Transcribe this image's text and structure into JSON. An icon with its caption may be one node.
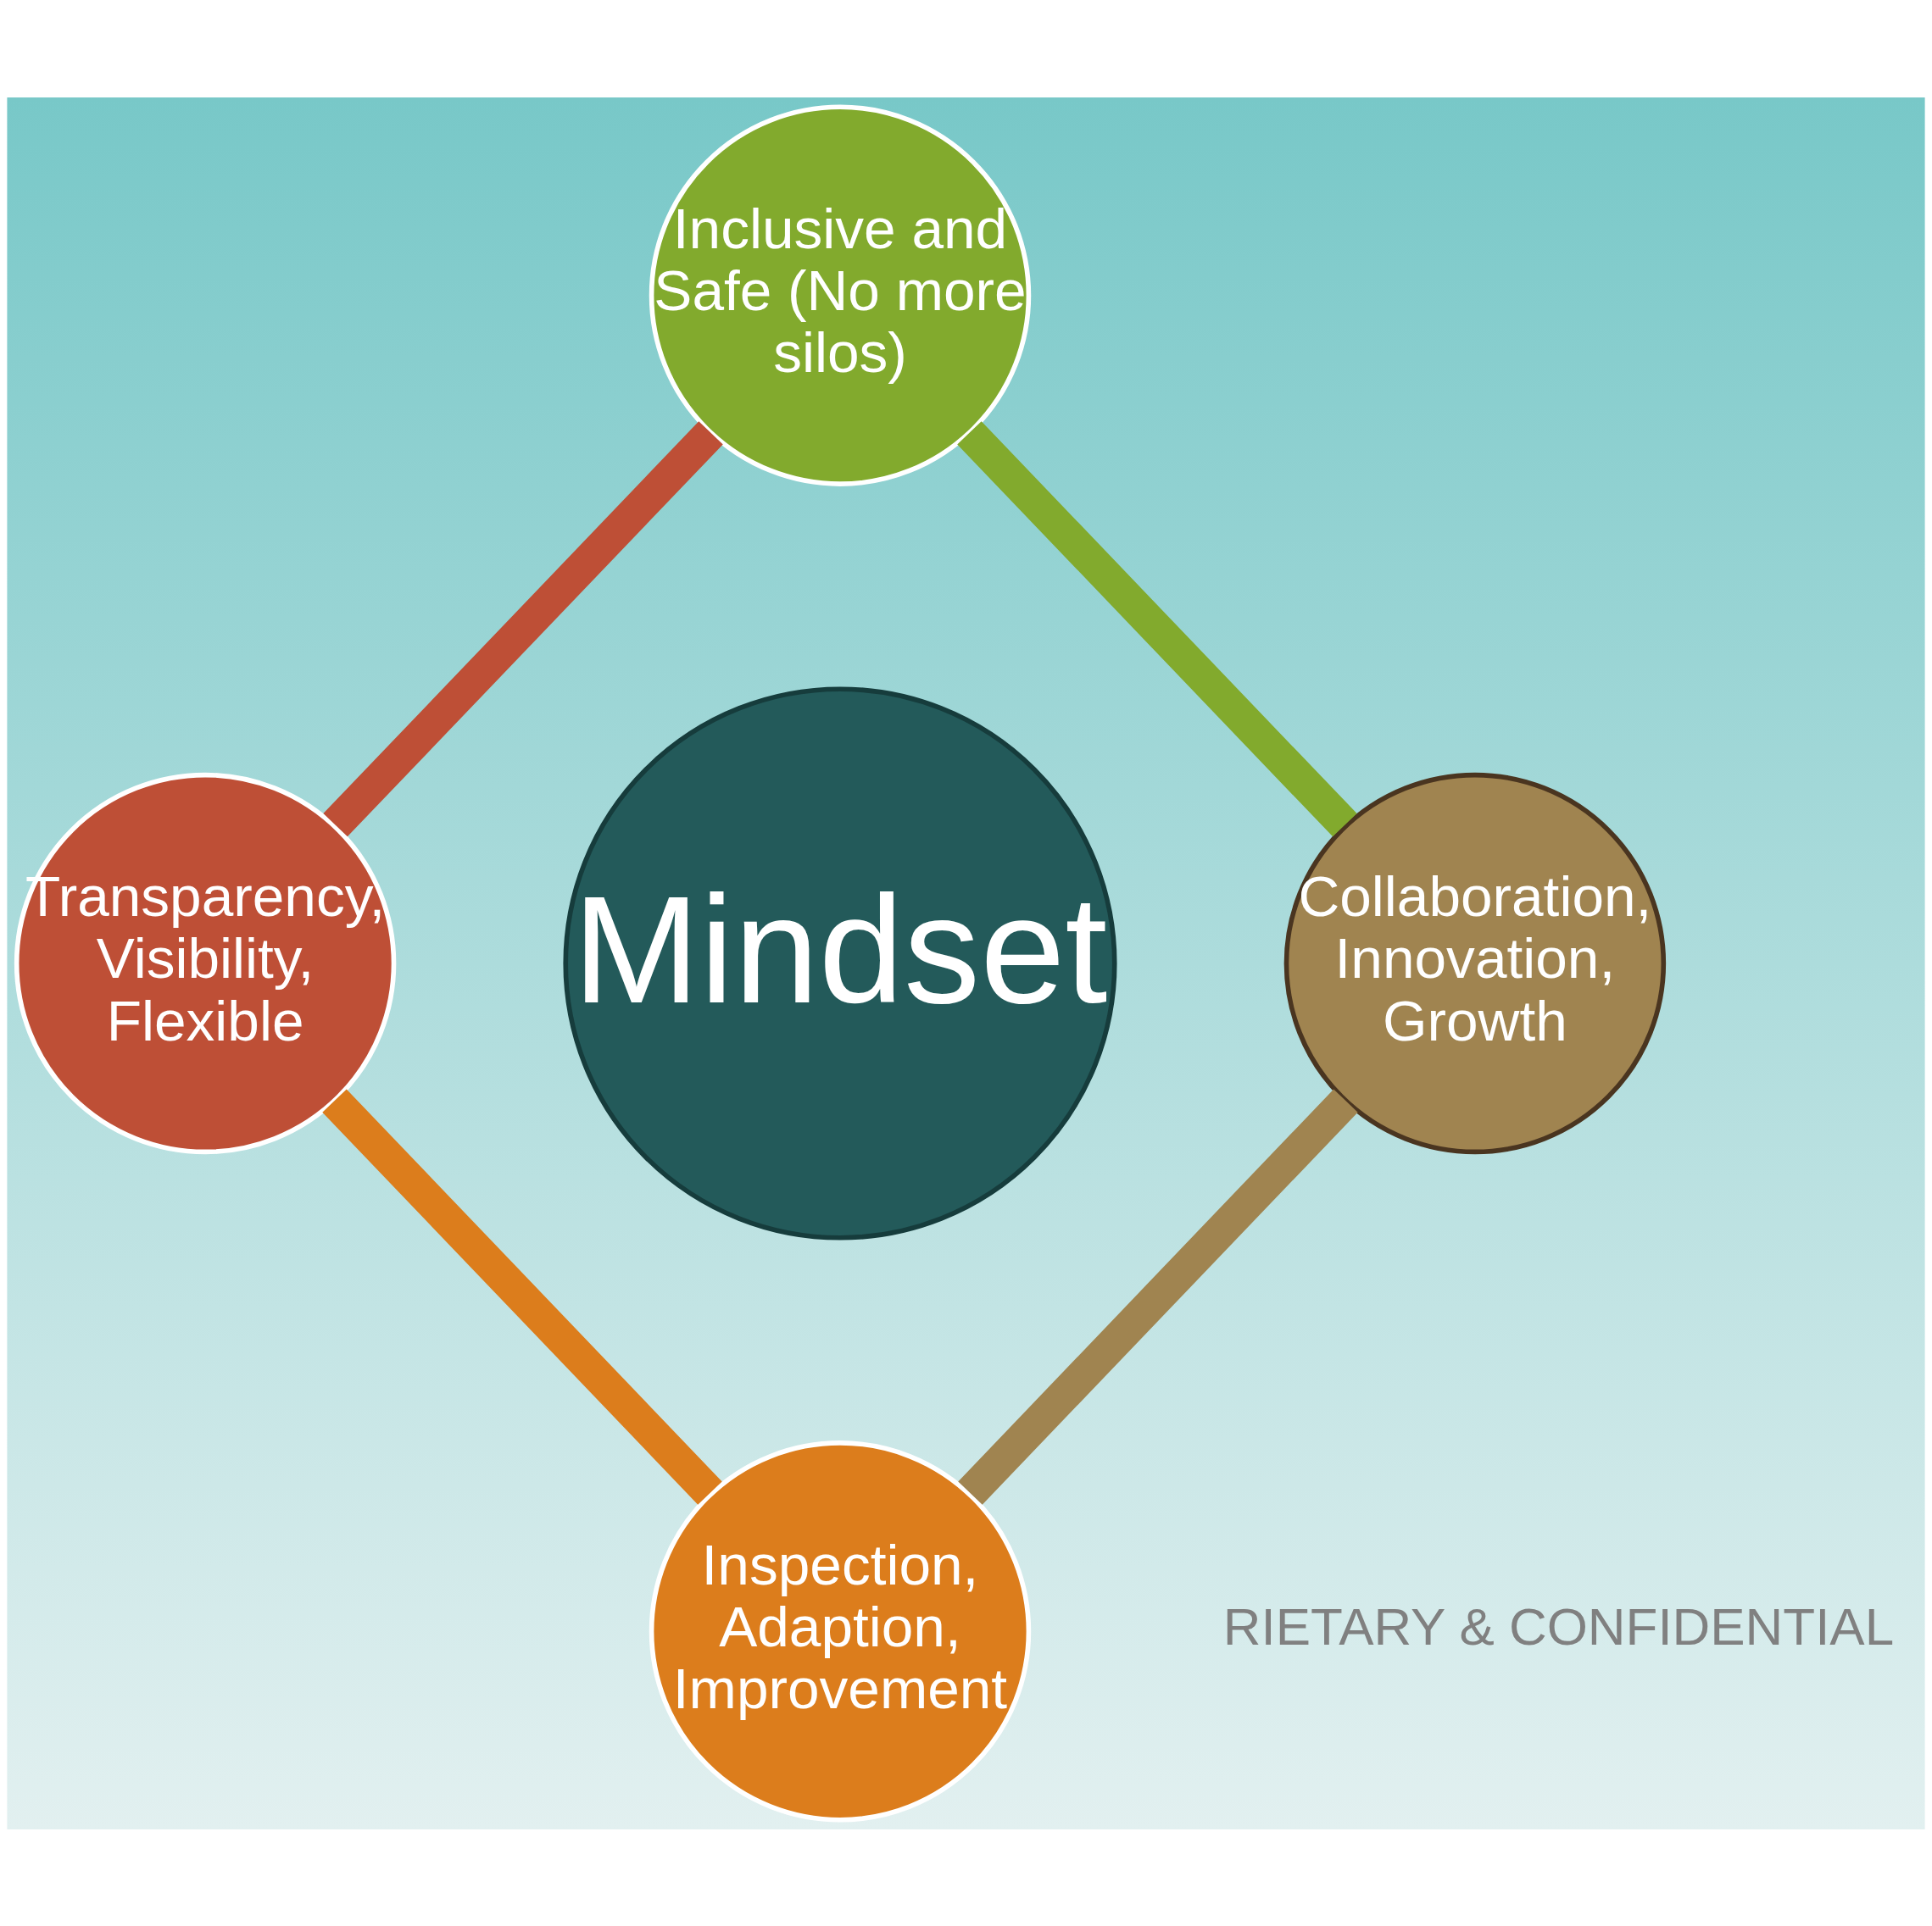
{
  "diagram": {
    "nodes": [
      {
        "text": [
          "Mindset"
        ]
      },
      {
        "text": [
          "Inclusive and Safe (No more silos)"
        ]
      },
      {
        "text": [
          "Collaboration, Innovation, Growth"
        ]
      },
      {
        "text": [
          "Inspection, Adaption, Improvement"
        ]
      },
      {
        "text": [
          "Transparency, Visibility, Flexible"
        ]
      }
    ],
    "edges": [
      {
        "from": 1,
        "to": 2,
        "arrow": "none",
        "color": "#82aa2d"
      },
      {
        "from": 2,
        "to": 3,
        "arrow": "none",
        "color": "#a08450"
      },
      {
        "from": 4,
        "to": 3,
        "arrow": "none",
        "color": "#dc7d1c"
      },
      {
        "from": 1,
        "to": 4,
        "arrow": "none",
        "color": "#be4f36"
      }
    ],
    "labels": [
      "RIETARY & CONFIDENTIAL"
    ]
  }
}
